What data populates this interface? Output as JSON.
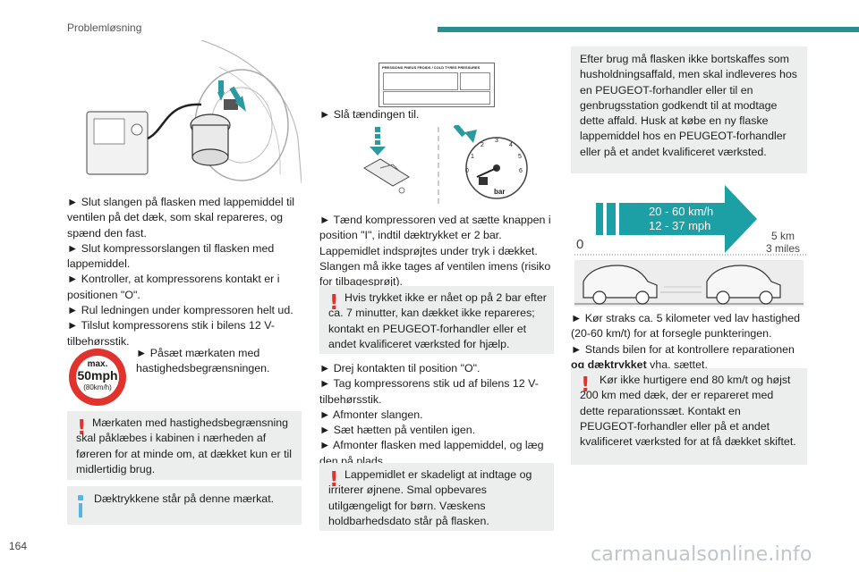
{
  "header": {
    "section": "Problemløsning",
    "page_number": "164"
  },
  "col1": {
    "steps": [
      "► Slut slangen på flasken med lappemiddel til ventilen på det dæk, som skal repareres, og spænd den fast.",
      "► Slut kompressorslangen til flasken med lappemiddel.",
      "► Kontroller, at kompressorens kontakt er i positionen \"O\".",
      "► Rul ledningen under kompressoren helt ud.",
      "► Tilslut kompressorens stik i bilens 12 V-tilbehørsstik."
    ],
    "sign": {
      "line1": "max.",
      "line2": "50mph",
      "line3": "(80km/h)"
    },
    "sign_step": "► Påsæt mærkaten med hastighedsbegrænsningen.",
    "warning": "Mærkaten med hastighedsbegrænsning skal påklæbes i kabinen i nærheden af føreren for at minde om, at dækket kun er til midlertidig brug.",
    "info": "Dæktrykkene står på denne mærkat."
  },
  "col2": {
    "label_header": "PRESSIONS PNEUS FROIDS / COLD TYRES PRESSURES",
    "step_ignition": "► Slå tændingen til.",
    "gauge_unit": "bar",
    "gauge_ticks": [
      "0",
      "1",
      "2",
      "3",
      "4",
      "5",
      "6"
    ],
    "step_compressor": "► Tænd kompressoren ved at sætte knappen i position \"I\", indtil dæktrykket er 2 bar. Lappemidlet indsprøjtes under tryk i dækket. Slangen må ikke tages af ventilen imens (risiko for tilbagesprøjt).",
    "warning1": "Hvis trykket ikke er nået op på 2 bar efter ca. 7 minutter, kan dækket ikke repareres; kontakt en PEUGEOT-forhandler eller et andet kvalificeret værksted for hjælp.",
    "steps2": [
      "► Drej kontakten til position \"O\".",
      "► Tag kompressorens stik ud af bilens 12 V-tilbehørsstik.",
      "► Afmonter slangen.",
      "► Sæt hætten på ventilen igen.",
      "► Afmonter flasken med lappemiddel, og læg den på plads."
    ],
    "warning2": "Lappemidlet er skadeligt at indtage og irriterer øjnene. Smal opbevares utilgængeligt for børn. Væskens holdbarhedsdato står på flasken."
  },
  "col3": {
    "info_box": "Efter brug må flasken ikke bortskaffes som husholdningsaffald, men skal indleveres hos en PEUGEOT-forhandler eller til en genbrugsstation godkendt til at modtage dette affald. Husk at købe en ny flaske lappemiddel hos en PEUGEOT-forhandler eller på et andet kvalificeret værksted.",
    "speed1": "20 - 60 km/h",
    "speed2": "12 - 37 mph",
    "start": "0",
    "dist1": "5 km",
    "dist2": "3 miles",
    "step_drive": "► Kør straks ca. 5 kilometer ved lav hastighed (20-60 km/t) for at forsegle punkteringen.",
    "step_stop_a": "► Stands bilen for at kontrollere reparationen ",
    "step_stop_b": "og dæktrykket",
    "step_stop_c": " vha. sættet.",
    "warning": "Kør ikke hurtigere end 80 km/t og højst 200 km med dæk, der er repareret med dette reparationssæt. Kontakt en PEUGEOT-forhandler eller på et andet kvalificeret værksted for at få dækket skiftet."
  },
  "watermark": "carmanualsonline.info"
}
